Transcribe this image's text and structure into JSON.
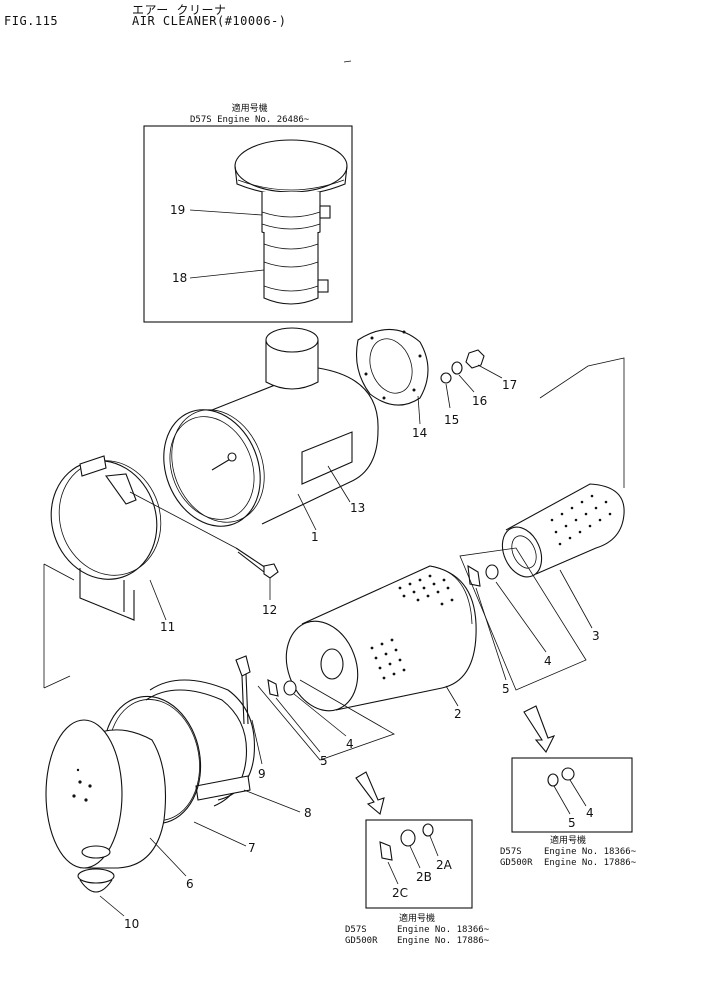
{
  "header": {
    "figure": "FIG.115",
    "title_jp": "エアー クリーナ",
    "title_en": "AIR CLEANER(#10006-)"
  },
  "inset_top": {
    "heading": "適用号機",
    "rows": [
      {
        "model": "D57S",
        "engine": "Engine No. 26486~"
      }
    ]
  },
  "inset_bottom": {
    "heading": "適用号機",
    "rows": [
      {
        "model": "D57S",
        "engine": "Engine No. 18366~"
      },
      {
        "model": "GD500R",
        "engine": "Engine No. 17886~"
      }
    ]
  },
  "inset_right": {
    "heading": "適用号機",
    "rows": [
      {
        "model": "D57S",
        "engine": "Engine No. 18366~"
      },
      {
        "model": "GD500R",
        "engine": "Engine No. 17886~"
      }
    ]
  },
  "callouts": [
    "1",
    "2",
    "3",
    "4",
    "5",
    "6",
    "7",
    "8",
    "9",
    "10",
    "11",
    "12",
    "13",
    "14",
    "15",
    "16",
    "17",
    "18",
    "19",
    "2A",
    "2B",
    "2C"
  ]
}
